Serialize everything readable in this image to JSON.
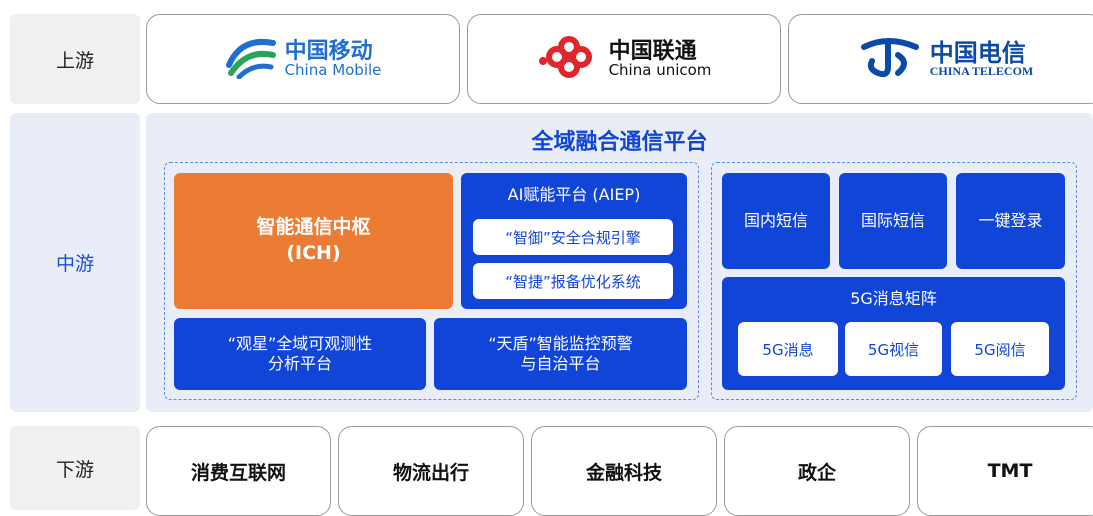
{
  "rows": {
    "upstream": "上游",
    "midstream": "中游",
    "downstream": "下游"
  },
  "upstream": {
    "china_mobile": {
      "cn": "中国移动",
      "en": "China Mobile"
    },
    "china_unicom": {
      "cn": "中国联通",
      "en": "China unicom"
    },
    "china_telecom": {
      "cn": "中国电信",
      "en": "CHINA TELECOM"
    }
  },
  "platform": {
    "title": "全域融合通信平台",
    "ich": {
      "line1": "智能通信中枢",
      "line2": "(ICH)"
    },
    "aiep": {
      "title": "AI赋能平台 (AIEP)",
      "items": [
        "“智御”安全合规引擎",
        "“智捷”报备优化系统"
      ]
    },
    "guanxing": {
      "line1": "“观星”全域可观测性",
      "line2": "分析平台"
    },
    "tiandun": {
      "line1": "“天盾”智能监控预警",
      "line2": "与自治平台"
    },
    "sms": [
      "国内短信",
      "国际短信",
      "一键登录"
    ],
    "matrix": {
      "title": "5G消息矩阵",
      "items": [
        "5G消息",
        "5G视信",
        "5G阅信"
      ]
    }
  },
  "downstream": [
    "消费互联网",
    "物流出行",
    "金融科技",
    "政企",
    "TMT"
  ],
  "colors": {
    "blue": "#1045d8",
    "orange": "#ec7c33",
    "mobile_green": "#2aa35c",
    "mobile_blue": "#1f6fd1",
    "unicom_red": "#e0262b",
    "telecom_blue": "#0b4aa8"
  },
  "icons": {
    "china_mobile": "china-mobile-logo-icon",
    "china_unicom": "china-unicom-knot-logo-icon",
    "china_telecom": "china-telecom-logo-icon"
  }
}
